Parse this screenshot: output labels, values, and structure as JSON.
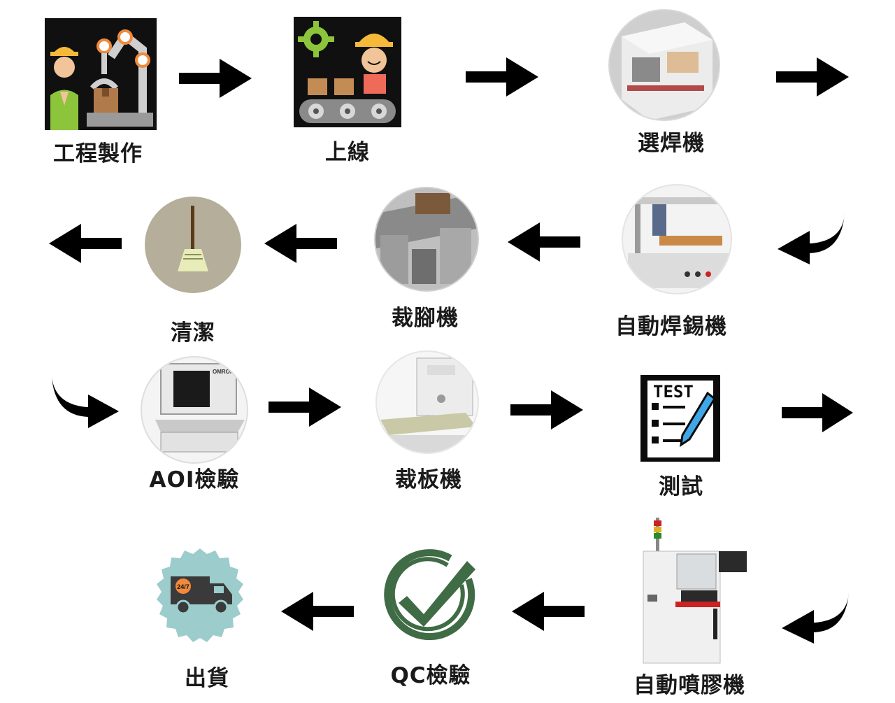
{
  "steps": [
    {
      "label": "工程製作",
      "icon": "engineer-robot-arm-icon"
    },
    {
      "label": "上線",
      "icon": "worker-conveyor-icon"
    },
    {
      "label": "選焊機",
      "icon": "selective-soldering-machine-photo"
    },
    {
      "label": "自動焊錫機",
      "icon": "auto-soldering-machine-photo"
    },
    {
      "label": "裁腳機",
      "icon": "lead-cutting-machine-photo"
    },
    {
      "label": "清潔",
      "icon": "broom-icon"
    },
    {
      "label": "AOI檢驗",
      "icon": "aoi-inspection-machine-photo"
    },
    {
      "label": "裁板機",
      "icon": "board-cutting-machine-photo"
    },
    {
      "label": "測試",
      "icon": "test-checklist-icon"
    },
    {
      "label": "自動噴膠機",
      "icon": "auto-dispensing-machine-photo"
    },
    {
      "label": "QC檢驗",
      "icon": "qc-checkmark-icon"
    },
    {
      "label": "出貨",
      "icon": "delivery-truck-icon"
    }
  ],
  "test_icon_text": "TEST",
  "truck_badge_text": "24/7",
  "machine_brand_text": "OMRON",
  "colors": {
    "arrow": "#000000",
    "label": "#1a1a1a",
    "engineer_bg": "#101010",
    "green": "#8cc43c",
    "orange": "#f08a3c",
    "broom_bg": "#b4ae9a",
    "qc_green": "#3f6b45",
    "truck_bg": "#9ccccc"
  }
}
